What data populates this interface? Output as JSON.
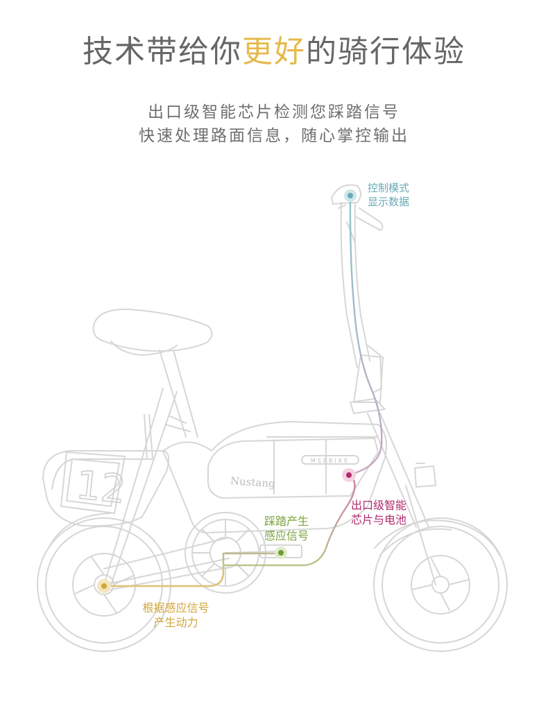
{
  "headline": {
    "before": "技术带给你",
    "highlight": "更好",
    "after": "的骑行体验"
  },
  "subtitle": {
    "line1": "出口级智能芯片检测您踩踏信号",
    "line2": "快速处理路面信息，随心掌控输出"
  },
  "bike": {
    "number_plate": "12",
    "brand_plate": "Nustang",
    "battery_logo": "MSEBIKE"
  },
  "callouts": {
    "display": {
      "line1": "控制模式",
      "line2": "显示数据",
      "color": "#6aaab5"
    },
    "chip": {
      "line1": "出口级智能",
      "line2": "芯片与电池",
      "color": "#b02a6e"
    },
    "pedal": {
      "line1": "踩踏产生",
      "line2": "感应信号",
      "color": "#7aa33c"
    },
    "power": {
      "line1": "根据感应信号",
      "line2": "产生动力",
      "color": "#d2a638"
    }
  },
  "colors": {
    "headline_highlight": "#e5b94a",
    "text": "#666666",
    "bike_outline": "#d4d4d4"
  }
}
